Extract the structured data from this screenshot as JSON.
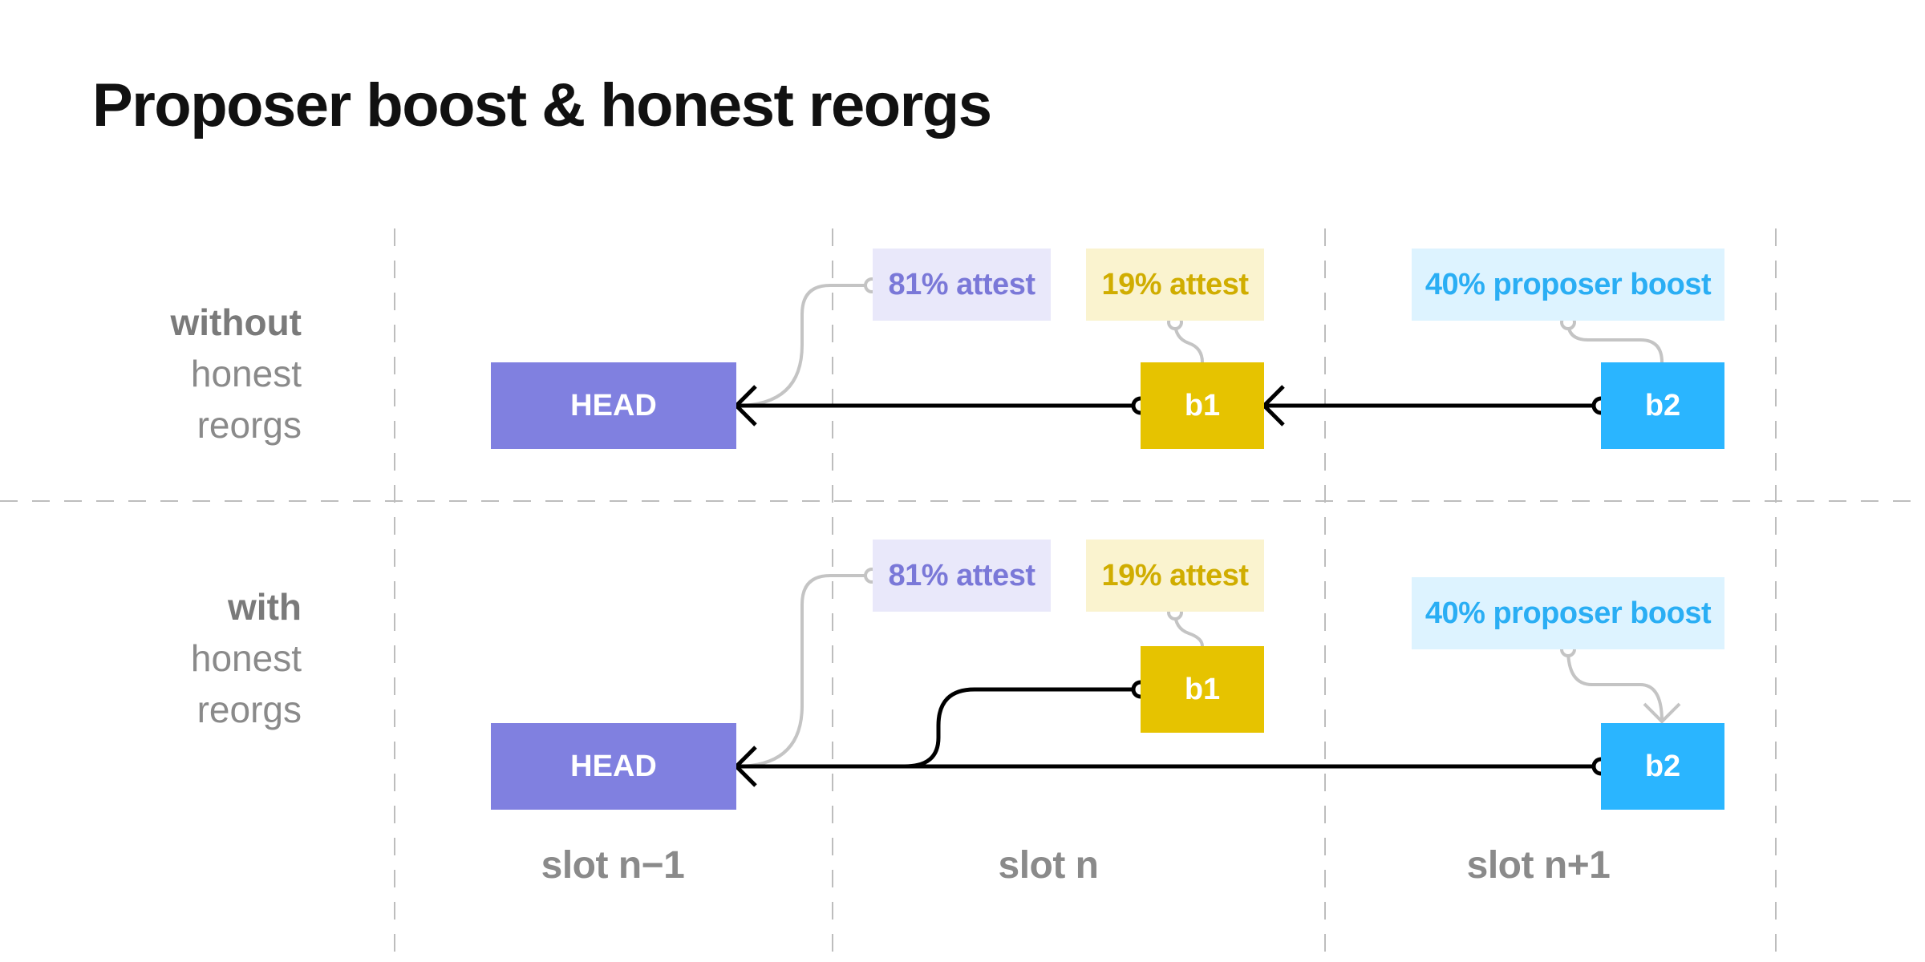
{
  "title": "Proposer boost & honest reorgs",
  "rows": [
    {
      "label_strong": "without",
      "label_rest": [
        "honest",
        "reorgs"
      ]
    },
    {
      "label_strong": "with",
      "label_rest": [
        "honest",
        "reorgs"
      ]
    }
  ],
  "blocks": {
    "head": "HEAD",
    "b1": "b1",
    "b2": "b2"
  },
  "tags": {
    "attest_head": "81% attest",
    "attest_b1": "19% attest",
    "proposer_boost": "40% proposer boost"
  },
  "slots": [
    "slot n−1",
    "slot n",
    "slot n+1"
  ],
  "colors": {
    "head": "#8080E0",
    "b1": "#E6C300",
    "b2": "#2AB5FF",
    "head_tag_bg": "#E9E8FA",
    "head_tag_text": "#7A78D8",
    "b1_tag_bg": "#FAF3CF",
    "b1_tag_text": "#D0AD00",
    "b2_tag_bg": "#DDF3FF",
    "b2_tag_text": "#2AAEF4",
    "connector": "#C4C4C4",
    "arrow": "#000000",
    "divider": "#BDBDBD"
  }
}
